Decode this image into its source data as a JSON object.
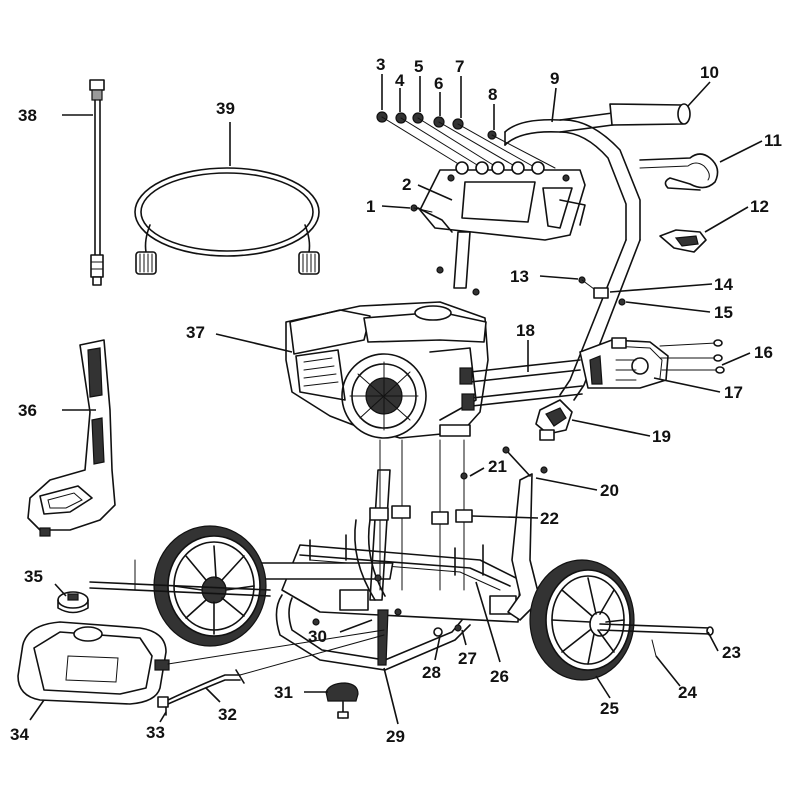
{
  "diagram": {
    "type": "exploded-parts-diagram",
    "callouts": [
      {
        "number": "1"
      },
      {
        "number": "2"
      },
      {
        "number": "3"
      },
      {
        "number": "4"
      },
      {
        "number": "5"
      },
      {
        "number": "6"
      },
      {
        "number": "7"
      },
      {
        "number": "8"
      },
      {
        "number": "9"
      },
      {
        "number": "10"
      },
      {
        "number": "11"
      },
      {
        "number": "12"
      },
      {
        "number": "13"
      },
      {
        "number": "14"
      },
      {
        "number": "15"
      },
      {
        "number": "16"
      },
      {
        "number": "17"
      },
      {
        "number": "18"
      },
      {
        "number": "19"
      },
      {
        "number": "20"
      },
      {
        "number": "21"
      },
      {
        "number": "22"
      },
      {
        "number": "23"
      },
      {
        "number": "24"
      },
      {
        "number": "25"
      },
      {
        "number": "26"
      },
      {
        "number": "27"
      },
      {
        "number": "28"
      },
      {
        "number": "29"
      },
      {
        "number": "30"
      },
      {
        "number": "31"
      },
      {
        "number": "32"
      },
      {
        "number": "33"
      },
      {
        "number": "34"
      },
      {
        "number": "35"
      },
      {
        "number": "36"
      },
      {
        "number": "37"
      },
      {
        "number": "38"
      },
      {
        "number": "39"
      }
    ]
  }
}
